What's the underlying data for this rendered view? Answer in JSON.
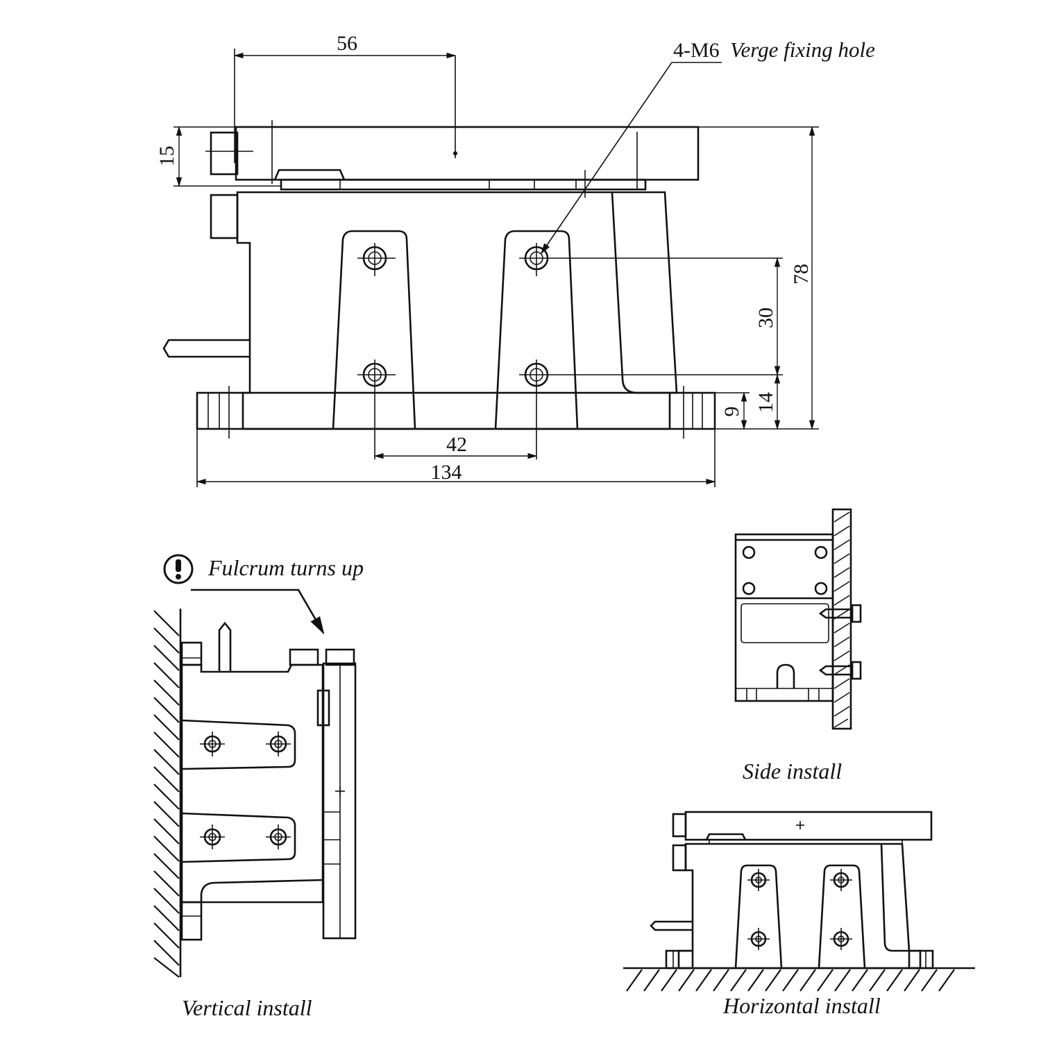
{
  "dimensions": {
    "top_width": "56",
    "top_height": "15",
    "total_height": "78",
    "hole_vertical": "30",
    "hole_from_base": "14",
    "base_thickness": "9",
    "hole_horizontal": "42",
    "overall_length": "134"
  },
  "callout": {
    "code": "4-M6",
    "text": "Verge fixing hole"
  },
  "warning": {
    "icon": "exclamation-circle-icon",
    "text": "Fulcrum turns up"
  },
  "views": {
    "vertical": "Vertical install",
    "side": "Side install",
    "horizontal": "Horizontal install"
  }
}
